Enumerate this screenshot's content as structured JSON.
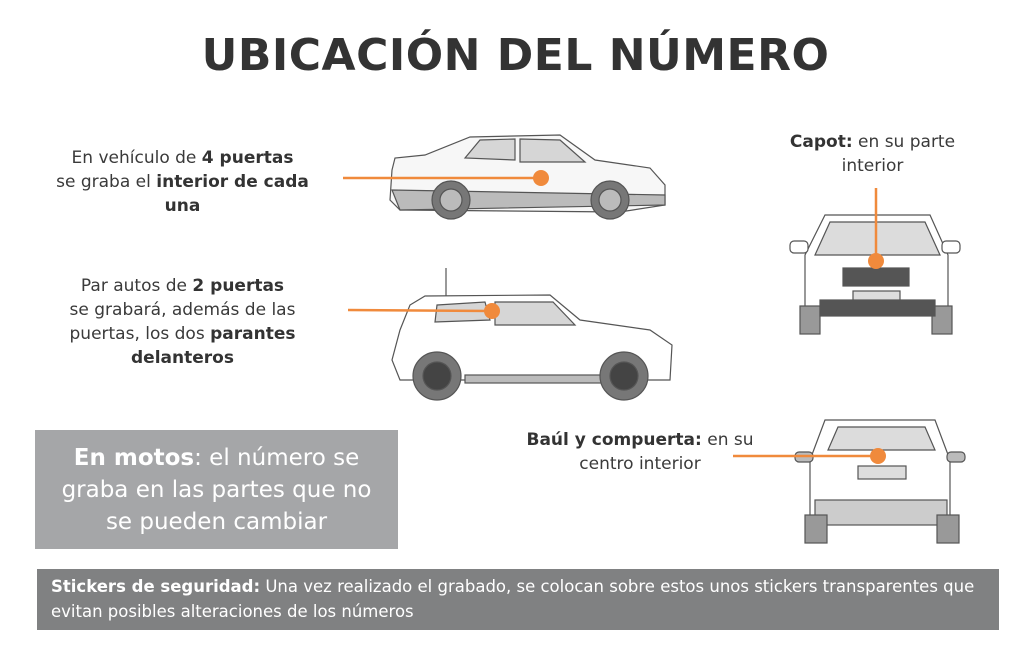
{
  "title": "UBICACIÓN DEL NÚMERO",
  "labels": {
    "four_doors": {
      "l1_a": "En vehículo de ",
      "l1_b": "4 puertas",
      "l2_a": "se graba el ",
      "l2_b": "interior de cada",
      "l3_b": "una"
    },
    "two_doors": {
      "l1_a": "Par autos de ",
      "l1_b": "2 puertas",
      "l2_a": "se grabará, además de las",
      "l3_a": "puertas, los dos ",
      "l3_b": "parantes",
      "l4_b": "delanteros"
    },
    "hood": {
      "bold": "Capot:",
      "rest": " en su parte",
      "l2": "interior"
    },
    "trunk": {
      "bold": "Baúl y compuerta:",
      "rest": " en su",
      "l2": "centro interior"
    }
  },
  "motos": {
    "bold": "En motos",
    "rest": ": el número se graba en las partes que no se pueden cambiar"
  },
  "stickers": {
    "bold": "Stickers de seguridad:",
    "rest": " Una vez realizado el grabado, se colocan sobre estos unos stickers transparentes que evitan posibles alteraciones de los números"
  },
  "colors": {
    "accent": "#f08a3c",
    "motos_bg": "#a5a6a8",
    "stickers_bg": "#808182",
    "title": "#333333"
  },
  "icons": [
    "sedan-side-icon",
    "hatchback-side-icon",
    "car-front-icon",
    "car-rear-icon"
  ]
}
